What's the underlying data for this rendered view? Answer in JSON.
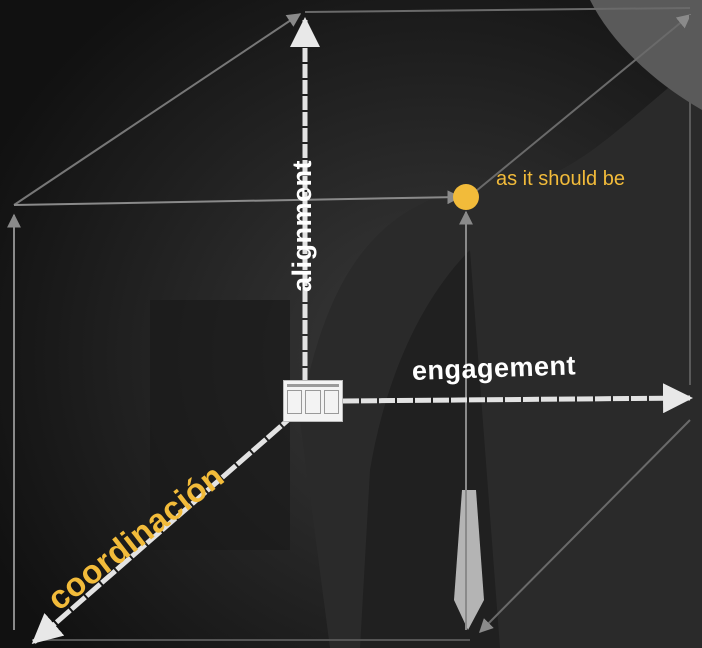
{
  "axes": {
    "vertical": "alignment",
    "horizontal": "engagement",
    "diagonal": "coordinación"
  },
  "target": {
    "label": "as it should be"
  },
  "colors": {
    "accent": "#f2bb3a",
    "axis_label": "#ffffff",
    "cube_edge": "#6f6f6f",
    "axis_stroke": "#e3e3e3"
  }
}
